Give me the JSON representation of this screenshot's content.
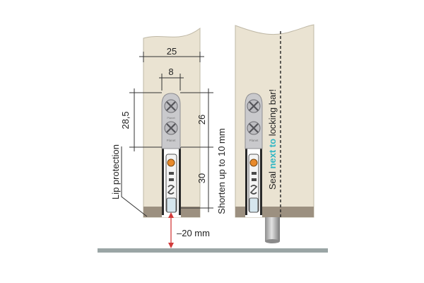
{
  "colors": {
    "door_wood": "#eae3d2",
    "door_edge": "#bfb8a6",
    "bottom_strip": "#9c9080",
    "floor": "#9aa5a5",
    "metal": "#c9c9cc",
    "dim_line": "#333333",
    "arrow_red": "#d23b3b",
    "accent_cyan": "#2fb6c4",
    "orange_dot": "#e8892a"
  },
  "left_view": {
    "dim_width_total": "25",
    "dim_width_bar": "8",
    "dim_height_upper": "28,5",
    "dim_height_plate": "26",
    "dim_height_lower": "30",
    "label_lip_protection": "Lip protection",
    "label_shorten": "Shorten up to 10 mm",
    "label_gap": "–20 mm",
    "screw_label_1": "Planet",
    "screw_label_2": "Planet"
  },
  "right_view": {
    "seal_text_before": "Seal ",
    "seal_text_highlight": "next to",
    "seal_text_after": " locking bar!",
    "screw_label": "Planet"
  }
}
